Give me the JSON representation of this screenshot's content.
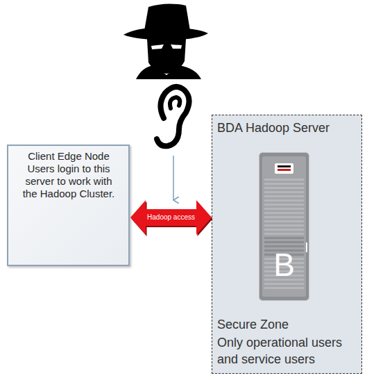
{
  "diagram": {
    "nodes": [
      {
        "text": [
          "Client Edge Node Users login to this server to work with the Hadoop Cluster."
        ]
      },
      {
        "text": [
          "BDA Hadoop Server",
          "Secure Zone",
          "Only operational users and service users"
        ]
      },
      {
        "text": [
          "B"
        ],
        "in": 1
      }
    ],
    "edges": [
      {
        "from": 0,
        "to": 1,
        "label": "Hadoop access",
        "arrow": "both"
      }
    ]
  }
}
